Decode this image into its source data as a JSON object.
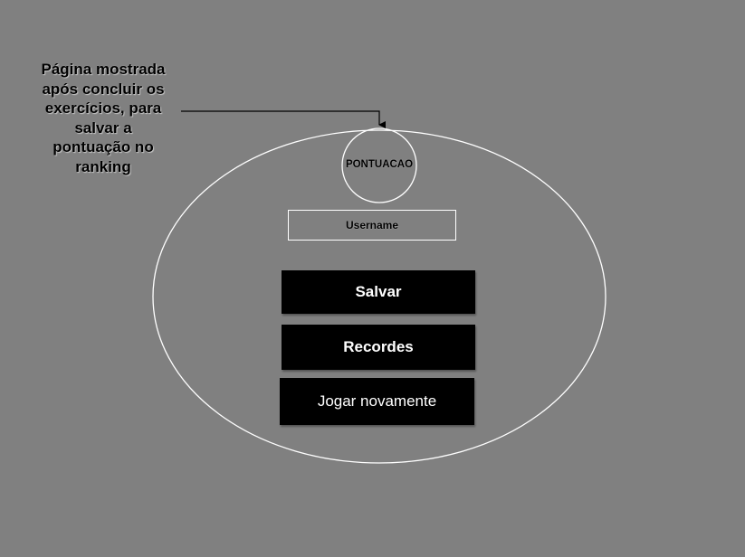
{
  "annotation": {
    "text": "Página mostrada\napós concluir os\nexercícios, para\nsalvar a\npontuação no\nranking"
  },
  "score": {
    "label": "PONTUACAO"
  },
  "username": {
    "placeholder": "Username"
  },
  "buttons": {
    "save_label": "Salvar",
    "records_label": "Recordes",
    "replay_label": "Jogar novamente"
  },
  "colors": {
    "background": "#808080",
    "outline": "#ffffff",
    "button_fill": "#000000",
    "button_text": "#ffffff",
    "text": "#000000"
  }
}
